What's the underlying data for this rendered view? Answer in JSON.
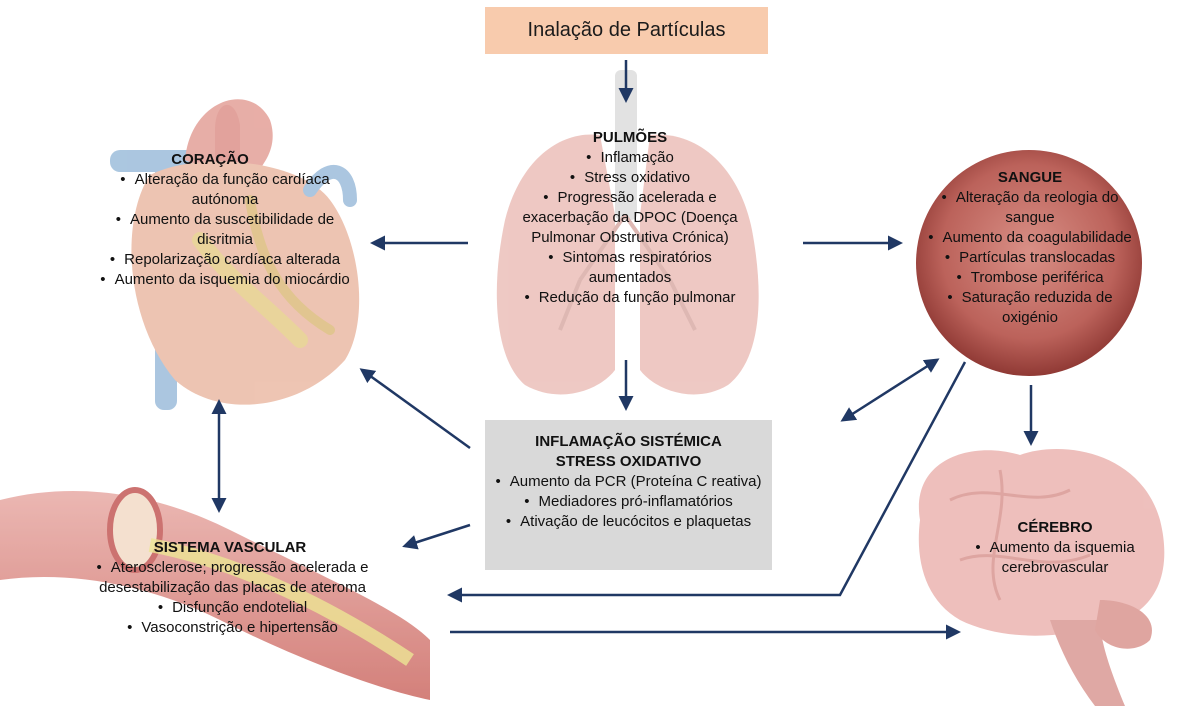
{
  "title": "Inalação de Partículas",
  "lungs": {
    "heading": "PULMÕES",
    "items": [
      "Inflamação",
      "Stress oxidativo",
      "Progressão acelerada e exacerbação da DPOC (Doença Pulmonar Obstrutiva Crónica)",
      "Sintomas respiratórios aumentados",
      "Redução da função pulmonar"
    ]
  },
  "heart": {
    "heading": "CORAÇÃO",
    "items": [
      "Alteração da função cardíaca autónoma",
      "Aumento da suscetibilidade de disritmia",
      "Repolarização cardíaca alterada",
      "Aumento da isquemia do miocárdio"
    ]
  },
  "blood": {
    "heading": "SANGUE",
    "items": [
      "Alteração da reologia do sangue",
      "Aumento da coagulabilidade",
      "Partículas translocadas",
      "Trombose periférica",
      "Saturação reduzida de oxigénio"
    ]
  },
  "systemic": {
    "heading_line1": "INFLAMAÇÃO SISTÉMICA",
    "heading_line2": "STRESS OXIDATIVO",
    "items": [
      "Aumento da PCR (Proteína C reativa)",
      "Mediadores pró-inflamatórios",
      "Ativação de leucócitos e plaquetas"
    ]
  },
  "vascular": {
    "heading": "SISTEMA VASCULAR",
    "items": [
      "Aterosclerose; progressão acelerada e desestabilização das placas de ateroma",
      "Disfunção endotelial",
      "Vasoconstrição e hipertensão"
    ]
  },
  "brain": {
    "heading": "CÉREBRO",
    "items": [
      "Aumento da isquemia cerebrovascular"
    ]
  },
  "colors": {
    "title_fill": "#f8cbad",
    "arrow": "#203864",
    "systemic_fill": "#d9d9d9",
    "blood_fill": "#a0403a"
  }
}
